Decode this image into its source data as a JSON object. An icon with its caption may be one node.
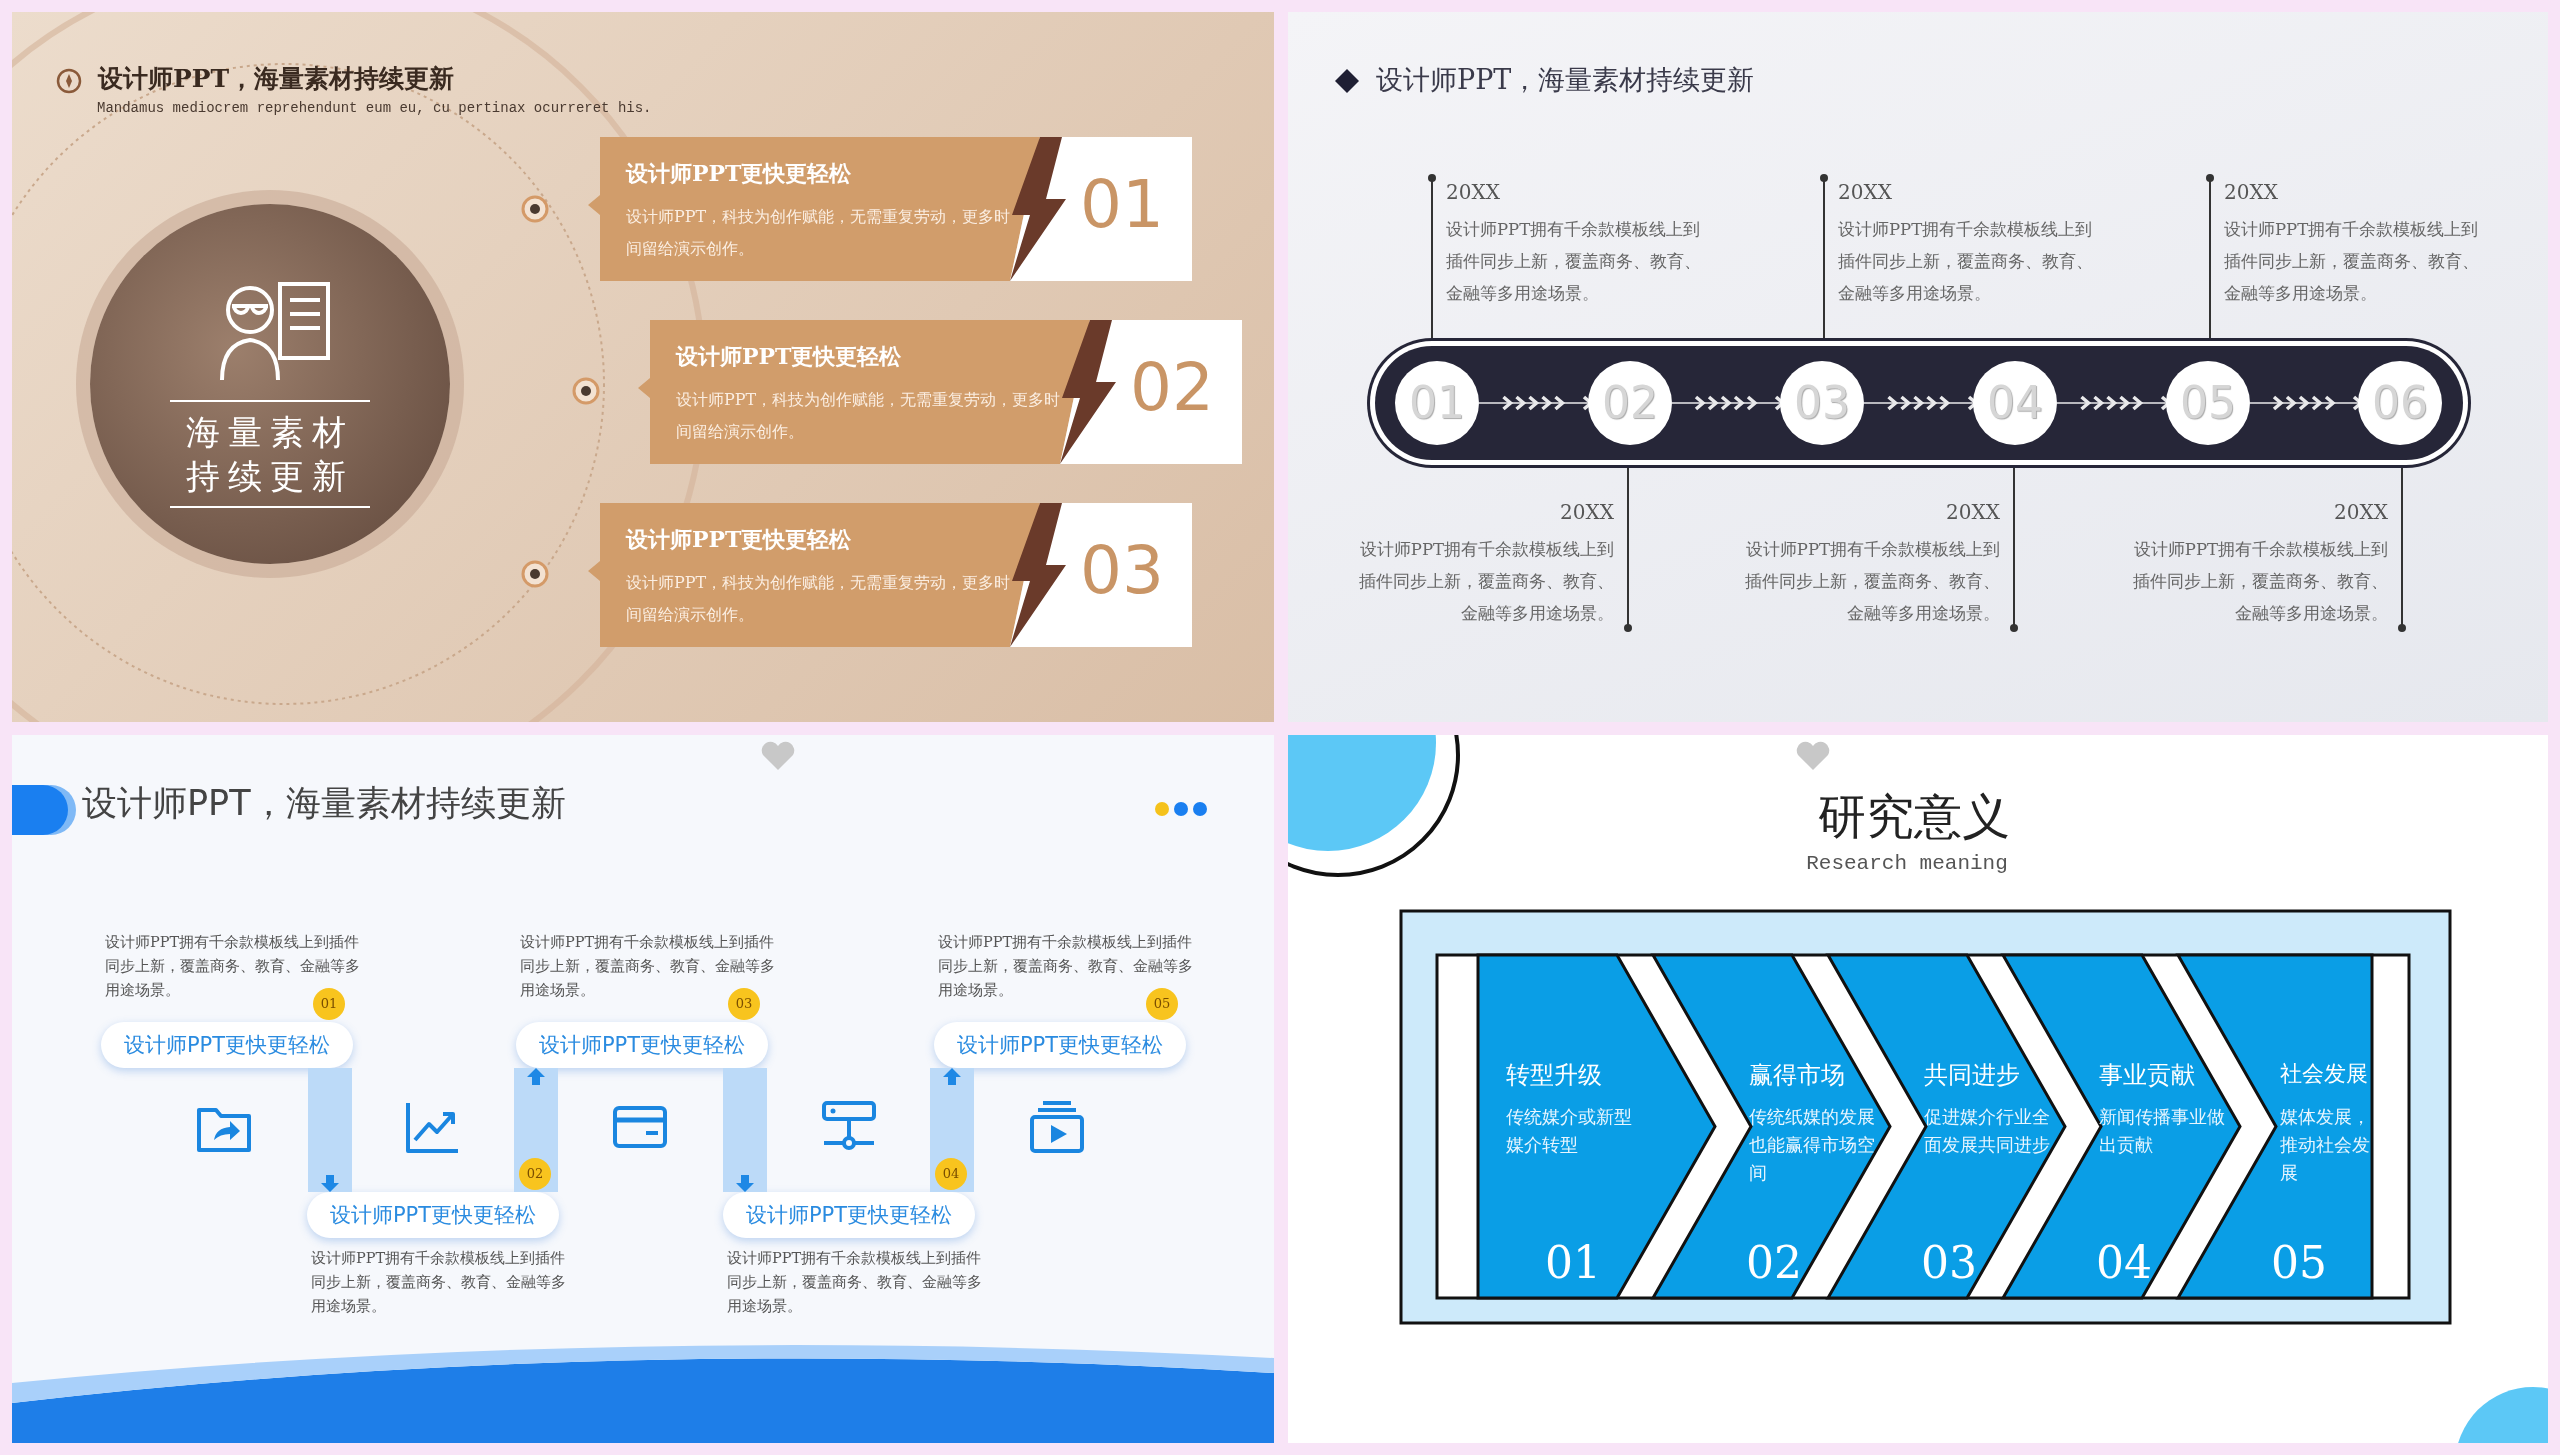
{
  "diagram": {
    "nodes": [
      {
        "text": [
          "海量素材持续更新"
        ]
      },
      {
        "text": [
          "设计师PPT更快更轻松",
          "设计师PPT，科技为创作赋能，无需重复劳动，更多时间留给演示创作。",
          "01"
        ]
      },
      {
        "text": [
          "设计师PPT更快更轻松",
          "设计师PPT，科技为创作赋能，无需重复劳动，更多时间留给演示创作。",
          "02"
        ]
      },
      {
        "text": [
          "设计师PPT更快更轻松",
          "设计师PPT，科技为创作赋能，无需重复劳动，更多时间留给演示创作。",
          "03"
        ]
      },
      {
        "text": [],
        "shape": "bar"
      },
      {
        "text": [
          "01"
        ],
        "in": 4
      },
      {
        "text": [
          "02"
        ],
        "in": 4
      },
      {
        "text": [
          "03"
        ],
        "in": 4
      },
      {
        "text": [
          "04"
        ],
        "in": 4
      },
      {
        "text": [
          "05"
        ],
        "in": 4
      },
      {
        "text": [
          "06"
        ],
        "in": 4
      },
      {
        "text": [
          "20XX",
          "设计师PPT拥有千余款模板线上到插件同步上新，覆盖商务、教育、金融等多用途场景。"
        ]
      },
      {
        "text": [
          "20XX",
          "设计师PPT拥有千余款模板线上到插件同步上新，覆盖商务、教育、金融等多用途场景。"
        ]
      },
      {
        "text": [
          "20XX",
          "设计师PPT拥有千余款模板线上到插件同步上新，覆盖商务、教育、金融等多用途场景。"
        ]
      },
      {
        "text": [
          "20XX",
          "设计师PPT拥有千余款模板线上到插件同步上新，覆盖商务、教育、金融等多用途场景。"
        ]
      },
      {
        "text": [
          "20XX",
          "设计师PPT拥有千余款模板线上到插件同步上新，覆盖商务、教育、金融等多用途场景。"
        ]
      },
      {
        "text": [
          "20XX",
          "设计师PPT拥有千余款模板线上到插件同步上新，覆盖商务、教育、金融等多用途场景。"
        ]
      },
      {
        "text": [
          "设计师PPT更快更轻松"
        ],
        "beside": [
          "01",
          "设计师PPT拥有千余款模板线上到插件同步上新，覆盖商务、教育、金融等多用途场景。"
        ]
      },
      {
        "text": [
          "设计师PPT更快更轻松"
        ],
        "beside": [
          "02",
          "设计师PPT拥有千余款模板线上到插件同步上新，覆盖商务、教育、金融等多用途场景。"
        ]
      },
      {
        "text": [
          "设计师PPT更快更轻松"
        ],
        "beside": [
          "03",
          "设计师PPT拥有千余款模板线上到插件同步上新，覆盖商务、教育、金融等多用途场景。"
        ]
      },
      {
        "text": [
          "设计师PPT更快更轻松"
        ],
        "beside": [
          "04",
          "设计师PPT拥有千余款模板线上到插件同步上新，覆盖商务、教育、金融等多用途场景。"
        ]
      },
      {
        "text": [
          "设计师PPT更快更轻松"
        ],
        "beside": [
          "05",
          "设计师PPT拥有千余款模板线上到插件同步上新，覆盖商务、教育、金融等多用途场景。"
        ]
      },
      {
        "text": [
          "转型升级",
          "传统媒介或新型媒介转型",
          "01"
        ]
      },
      {
        "text": [
          "赢得市场",
          "传统纸媒的发展也能赢得市场空间",
          "02"
        ]
      },
      {
        "text": [
          "共同进步",
          "促进媒介行业全面发展共同进步",
          "03"
        ]
      },
      {
        "text": [
          "事业贡献",
          "新闻传播事业做出贡献",
          "04"
        ]
      },
      {
        "text": [
          "社会发展",
          "媒体发展，推动社会发展",
          "05"
        ]
      }
    ],
    "edges": [
      {
        "from": 5,
        "to": 6,
        "arrow": "to",
        "color": "#ffffff"
      },
      {
        "from": 6,
        "to": 7,
        "arrow": "to",
        "color": "#ffffff"
      },
      {
        "from": 7,
        "to": 8,
        "arrow": "to",
        "color": "#ffffff"
      },
      {
        "from": 8,
        "to": 9,
        "arrow": "to",
        "color": "#ffffff"
      },
      {
        "from": 9,
        "to": 10,
        "arrow": "to",
        "color": "#ffffff"
      },
      {
        "from": 4,
        "to": 11,
        "arrow": "other"
      },
      {
        "from": 4,
        "to": 12,
        "arrow": "other"
      },
      {
        "from": 4,
        "to": 13,
        "arrow": "other"
      },
      {
        "from": 4,
        "to": 14,
        "arrow": "other"
      },
      {
        "from": 4,
        "to": 15,
        "arrow": "other"
      },
      {
        "from": 4,
        "to": 16,
        "arrow": "other"
      },
      {
        "from": 17,
        "to": 18,
        "arrow": "to",
        "style": "thick",
        "color": "#bcdaf8"
      },
      {
        "from": 18,
        "to": 19,
        "arrow": "to",
        "style": "thick",
        "color": "#bcdaf8"
      },
      {
        "from": 19,
        "to": 20,
        "arrow": "to",
        "style": "thick",
        "color": "#bcdaf8"
      },
      {
        "from": 20,
        "to": 21,
        "arrow": "to",
        "style": "thick",
        "color": "#bcdaf8"
      }
    ],
    "labels": [
      "设计师PPT，海量素材持续更新",
      "Mandamus mediocrem reprehendunt eum eu, cu pertinax ocurreret his.",
      "设计师PPT，海量素材持续更新",
      "设计师PPT，海量素材持续更新",
      "研究意义",
      "Research meaning"
    ]
  }
}
